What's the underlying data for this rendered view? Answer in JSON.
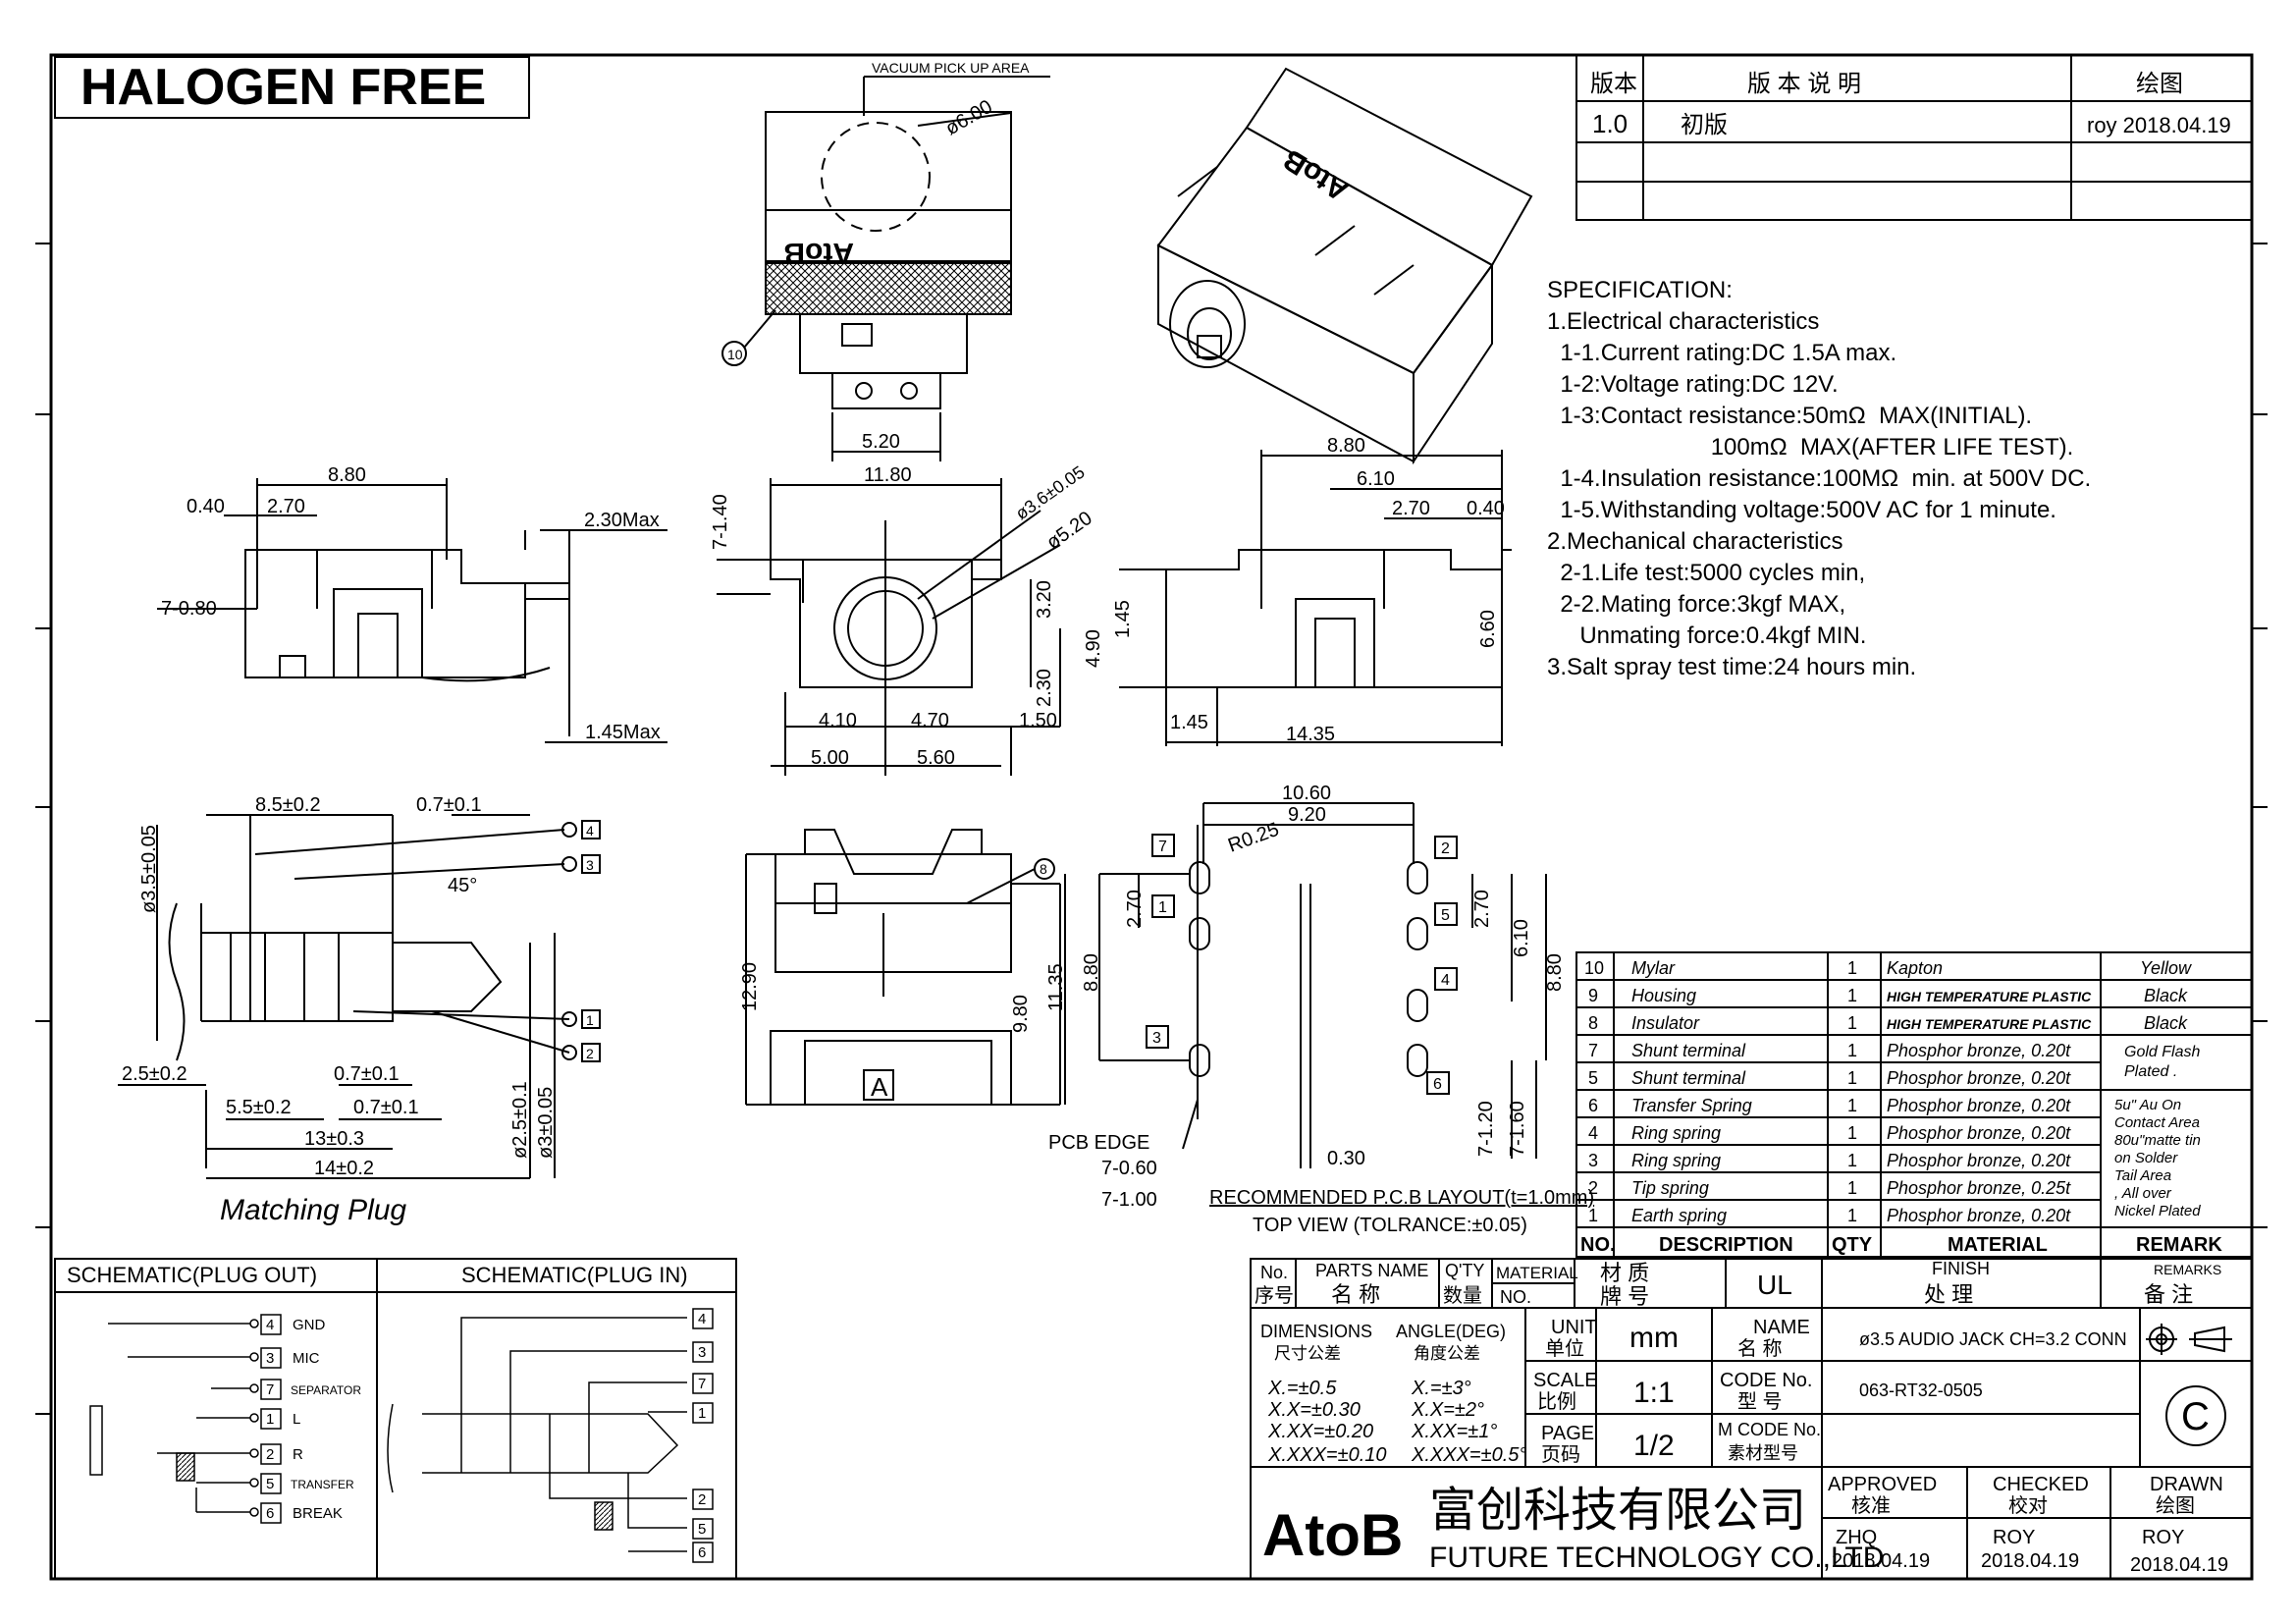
{
  "banner": "HALOGEN FREE",
  "revision": {
    "headers": [
      "版本",
      "版 本 说 明",
      "绘图"
    ],
    "rows": [
      {
        "version": "1.0",
        "desc": "初版",
        "by": "roy 2018.04.19"
      }
    ]
  },
  "spec": {
    "title": "SPECIFICATION:",
    "lines": [
      "1.Electrical characteristics",
      "  1-1.Current rating:DC 1.5A max.",
      "  1-2:Voltage rating:DC 12V.",
      "  1-3:Contact resistance:50mΩ  MAX(INITIAL).",
      "                         100mΩ  MAX(AFTER LIFE TEST).",
      "  1-4.Insulation resistance:100MΩ  min. at 500V DC.",
      "  1-5.Withstanding voltage:500V AC for 1 minute.",
      "2.Mechanical characteristics",
      "  2-1.Life test:5000 cycles min,",
      "  2-2.Mating force:3kgf MAX,",
      "     Unmating force:0.4kgf MIN.",
      "3.Salt spray test time:24 hours min."
    ]
  },
  "top_view": {
    "label": "VACUUM PICK UP AREA",
    "dia": "ø6.00",
    "brand": "AtoB",
    "callout": "10",
    "width": "5.20"
  },
  "side_view": {
    "d1": "8.80",
    "d2": "0.40",
    "d3": "2.70",
    "d4": "2.30Max",
    "d5": "7-0.80",
    "d6": "1.45Max"
  },
  "front_view": {
    "w": "11.80",
    "h": "7-1.40",
    "dia1": "ø3.6±0.05",
    "dia2": "ø5.20",
    "v1": "3.20",
    "v2": "2.30",
    "h1": "4.10",
    "h2": "4.70",
    "h3": "1.50",
    "h4": "5.00",
    "h5": "5.60"
  },
  "rear_view": {
    "w": "8.80",
    "a": "6.10",
    "b": "2.70",
    "c": "0.40",
    "h1": "4.90",
    "h2": "1.45",
    "h3": "6.60",
    "bw1": "1.45",
    "bw2": "14.35"
  },
  "plug": {
    "title": "Matching Plug",
    "dims": [
      "8.5±0.2",
      "0.7±0.1",
      "ø3.5±0.05",
      "45°",
      "2.5±0.2",
      "0.7±0.1",
      "5.5±0.2",
      "0.7±0.1",
      "13±0.3",
      "14±0.2",
      "ø2.5±0.1",
      "ø3±0.05"
    ],
    "pins": [
      "4",
      "3",
      "1",
      "2"
    ]
  },
  "bottom_view": {
    "h1": "12.90",
    "h2": "9.80",
    "mark": "A",
    "callout": "8"
  },
  "pcb": {
    "w1": "10.60",
    "w2": "9.20",
    "r": "R0.25",
    "v1": "2.70",
    "v2": "8.80",
    "v3": "11.35",
    "v4": "2.70",
    "v5": "6.10",
    "v6": "8.80",
    "v7": "7-1.20",
    "v8": "7-1.60",
    "edge": "PCB EDGE",
    "s1": "7-0.60",
    "s2": "7-1.00",
    "s3": "0.30",
    "pads": [
      "7",
      "1",
      "3",
      "2",
      "5",
      "4",
      "6"
    ],
    "caption1": "RECOMMENDED P.C.B LAYOUT(t=1.0mm)",
    "caption2": "TOP VIEW (TOLRANCE:±0.05)"
  },
  "bom": {
    "headers": [
      "NO.",
      "DESCRIPTION",
      "QTY",
      "MATERIAL",
      "REMARK"
    ],
    "rows": [
      {
        "no": "10",
        "desc": "Mylar",
        "qty": "1",
        "mat": "Kapton",
        "rem": "Yellow"
      },
      {
        "no": "9",
        "desc": "Housing",
        "qty": "1",
        "mat": "HIGH TEMPERATURE PLASTIC",
        "rem": "Black"
      },
      {
        "no": "8",
        "desc": "Insulator",
        "qty": "1",
        "mat": "HIGH TEMPERATURE PLASTIC",
        "rem": "Black"
      },
      {
        "no": "7",
        "desc": "Shunt terminal",
        "qty": "1",
        "mat": "Phosphor bronze, 0.20t",
        "rem": ""
      },
      {
        "no": "5",
        "desc": "Shunt terminal",
        "qty": "1",
        "mat": "Phosphor bronze, 0.20t",
        "rem": ""
      },
      {
        "no": "6",
        "desc": "Transfer Spring",
        "qty": "1",
        "mat": "Phosphor bronze, 0.20t",
        "rem": ""
      },
      {
        "no": "4",
        "desc": "Ring spring",
        "qty": "1",
        "mat": "Phosphor bronze, 0.20t",
        "rem": ""
      },
      {
        "no": "3",
        "desc": "Ring spring",
        "qty": "1",
        "mat": "Phosphor bronze, 0.20t",
        "rem": ""
      },
      {
        "no": "2",
        "desc": "Tip spring",
        "qty": "1",
        "mat": "Phosphor bronze, 0.25t",
        "rem": ""
      },
      {
        "no": "1",
        "desc": "Earth spring",
        "qty": "1",
        "mat": "Phosphor bronze, 0.20t",
        "rem": ""
      }
    ],
    "remark_gold": [
      "Gold Flash",
      "Plated ."
    ],
    "remark_plating": [
      "5u\" Au On",
      "Contact Area",
      "80u\"matte tin",
      "on Solder",
      "Tail Area",
      ", All over",
      "Nickel Plated"
    ]
  },
  "schematic_out": {
    "title": "SCHEMATIC(PLUG OUT)",
    "pins": [
      {
        "num": "4",
        "label": "GND"
      },
      {
        "num": "3",
        "label": "MIC"
      },
      {
        "num": "7",
        "label": "SEPARATOR"
      },
      {
        "num": "1",
        "label": "L"
      },
      {
        "num": "2",
        "label": "R"
      },
      {
        "num": "5",
        "label": "TRANSFER"
      },
      {
        "num": "6",
        "label": "BREAK"
      }
    ]
  },
  "schematic_in": {
    "title": "SCHEMATIC(PLUG IN)",
    "pins": [
      "4",
      "3",
      "7",
      "1",
      "2",
      "5",
      "6"
    ]
  },
  "title_block": {
    "no": "No.",
    "no_cn": "序号",
    "parts": "PARTS NAME",
    "parts_cn": "名 称",
    "qty": "Q'TY",
    "qty_cn": "数量",
    "material": "MATERIAL",
    "no2": "NO.",
    "mat_cn": "材 质",
    "brand_cn": "牌 号",
    "ul": "UL",
    "finish": "FINISH",
    "finish_cn": "处 理",
    "remarks": "REMARKS",
    "remarks_cn": "备 注",
    "dimensions": "DIMENSIONS",
    "dimensions_cn": "尺寸公差",
    "angle": "ANGLE(DEG)",
    "angle_cn": "角度公差",
    "tol_lin": [
      "X.=±0.5",
      "X.X=±0.30",
      "X.XX=±0.20",
      "X.XXX=±0.10"
    ],
    "tol_ang": [
      "X.=±3°",
      "X.X=±2°",
      "X.XX=±1°",
      "X.XXX=±0.5°"
    ],
    "unit": "UNIT",
    "unit_cn": "单位",
    "unit_val": "mm",
    "scale": "SCALE",
    "scale_cn": "比例",
    "scale_val": "1:1",
    "page": "PAGE",
    "page_cn": "页码",
    "page_val": "1/2",
    "name": "NAME",
    "name_cn": "名 称",
    "name_val": "ø3.5 AUDIO JACK CH=3.2 CONN",
    "code": "CODE No.",
    "code_cn": "型 号",
    "code_val": "063-RT32-0505",
    "mcode": "M CODE No.",
    "mcode_cn": "素材型号",
    "company_logo": "AtoB",
    "company_cn": "富创科技有限公司",
    "company_en": "FUTURE TECHNOLOGY CO.,LTD",
    "approved": "APPROVED",
    "approved_cn": "核准",
    "approved_by": "ZHQ",
    "approved_date": "2018.04.19",
    "checked": "CHECKED",
    "checked_cn": "校对",
    "checked_by": "ROY",
    "checked_date": "2018.04.19",
    "drawn": "DRAWN",
    "drawn_cn": "绘图",
    "drawn_by": "ROY",
    "drawn_date": "2018.04.19",
    "copyright": "C"
  }
}
